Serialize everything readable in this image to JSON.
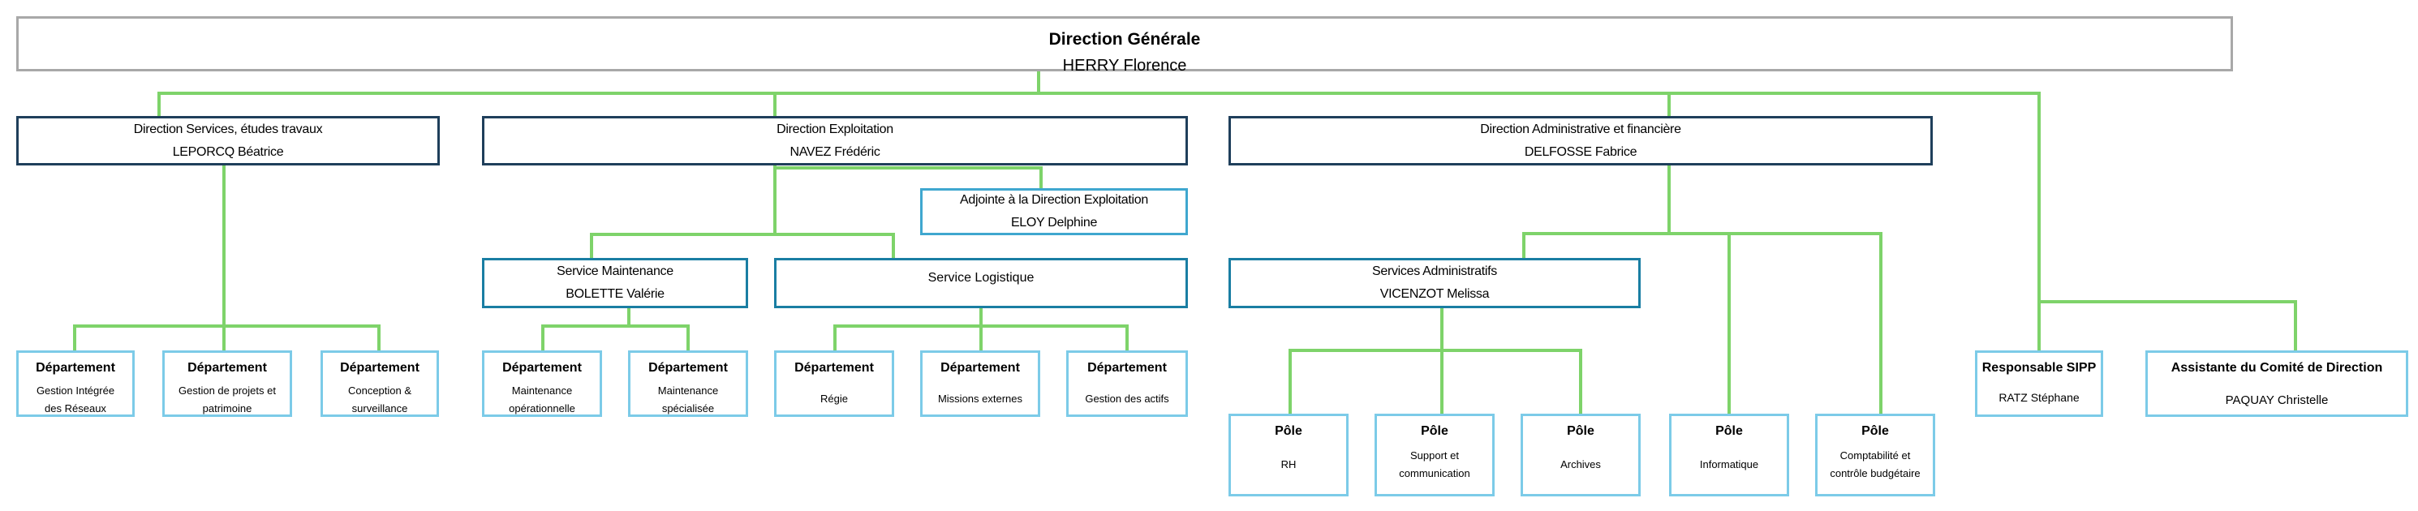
{
  "colors": {
    "connector": "#7ed36a",
    "gray_border": "#a8a8a8",
    "navy_border": "#1f3f5b",
    "teal_border": "#1a7ea3",
    "light_border": "#7ccbe8"
  },
  "direction_generale": {
    "title": "Direction Générale",
    "name": "HERRY Florence"
  },
  "dir_services": {
    "title": "Direction Services, études travaux",
    "name": "LEPORCQ Béatrice"
  },
  "dir_exploitation": {
    "title": "Direction Exploitation",
    "name": "NAVEZ Frédéric"
  },
  "dir_admin": {
    "title": "Direction Administrative et financière",
    "name": "DELFOSSE Fabrice"
  },
  "adjointe": {
    "title": "Adjointe à la Direction Exploitation",
    "name": "ELOY Delphine"
  },
  "service_maintenance": {
    "title": "Service Maintenance",
    "name": "BOLETTE Valérie"
  },
  "service_logistique": {
    "title": "Service Logistique"
  },
  "services_admin": {
    "title": "Services Administratifs",
    "name": "VICENZOT Melissa"
  },
  "dept_gestion_integree": {
    "head": "Département",
    "sub": "Gestion Intégrée des Réseaux"
  },
  "dept_gestion_projets": {
    "head": "Département",
    "sub": "Gestion de projets et patrimoine"
  },
  "dept_conception": {
    "head": "Département",
    "sub": "Conception & surveillance"
  },
  "dept_maint_op": {
    "head": "Département",
    "sub": "Maintenance opérationnelle"
  },
  "dept_maint_spec": {
    "head": "Département",
    "sub": "Maintenance spécialisée"
  },
  "dept_regie": {
    "head": "Département",
    "sub": "Régie"
  },
  "dept_missions": {
    "head": "Département",
    "sub": "Missions externes"
  },
  "dept_actifs": {
    "head": "Département",
    "sub": "Gestion des actifs"
  },
  "pole_rh": {
    "head": "Pôle",
    "sub": "RH"
  },
  "pole_support": {
    "head": "Pôle",
    "sub": "Support et communication"
  },
  "pole_archives": {
    "head": "Pôle",
    "sub": "Archives"
  },
  "pole_informatique": {
    "head": "Pôle",
    "sub": "Informatique"
  },
  "pole_compta": {
    "head": "Pôle",
    "sub": "Comptabilité et contrôle budgétaire"
  },
  "responsable_sipp": {
    "head": "Responsable SIPP",
    "sub": "RATZ Stéphane"
  },
  "assistante": {
    "head": "Assistante du Comité de Direction",
    "sub": "PAQUAY Christelle"
  }
}
